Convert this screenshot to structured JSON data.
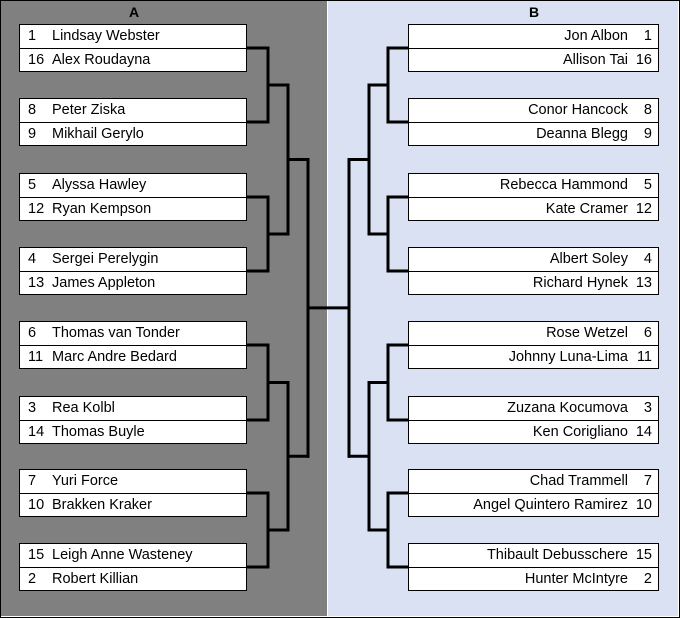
{
  "groups": {
    "a": {
      "label": "A",
      "matches": [
        {
          "top": {
            "seed": "1",
            "name": "Lindsay Webster"
          },
          "bottom": {
            "seed": "16",
            "name": "Alex Roudayna"
          }
        },
        {
          "top": {
            "seed": "8",
            "name": "Peter Ziska"
          },
          "bottom": {
            "seed": "9",
            "name": "Mikhail Gerylo"
          }
        },
        {
          "top": {
            "seed": "5",
            "name": "Alyssa Hawley"
          },
          "bottom": {
            "seed": "12",
            "name": "Ryan Kempson"
          }
        },
        {
          "top": {
            "seed": "4",
            "name": "Sergei Perelygin"
          },
          "bottom": {
            "seed": "13",
            "name": "James Appleton"
          }
        },
        {
          "top": {
            "seed": "6",
            "name": "Thomas van Tonder"
          },
          "bottom": {
            "seed": "11",
            "name": "Marc Andre Bedard"
          }
        },
        {
          "top": {
            "seed": "3",
            "name": "Rea Kolbl"
          },
          "bottom": {
            "seed": "14",
            "name": "Thomas Buyle"
          }
        },
        {
          "top": {
            "seed": "7",
            "name": "Yuri Force"
          },
          "bottom": {
            "seed": "10",
            "name": "Brakken Kraker"
          }
        },
        {
          "top": {
            "seed": "15",
            "name": "Leigh Anne Wasteney"
          },
          "bottom": {
            "seed": "2",
            "name": "Robert Killian"
          }
        }
      ]
    },
    "b": {
      "label": "B",
      "matches": [
        {
          "top": {
            "seed": "1",
            "name": "Jon Albon"
          },
          "bottom": {
            "seed": "16",
            "name": "Allison Tai"
          }
        },
        {
          "top": {
            "seed": "8",
            "name": "Conor Hancock"
          },
          "bottom": {
            "seed": "9",
            "name": "Deanna Blegg"
          }
        },
        {
          "top": {
            "seed": "5",
            "name": "Rebecca Hammond"
          },
          "bottom": {
            "seed": "12",
            "name": "Kate Cramer"
          }
        },
        {
          "top": {
            "seed": "4",
            "name": "Albert Soley"
          },
          "bottom": {
            "seed": "13",
            "name": "Richard Hynek"
          }
        },
        {
          "top": {
            "seed": "6",
            "name": "Rose Wetzel"
          },
          "bottom": {
            "seed": "11",
            "name": "Johnny Luna-Lima"
          }
        },
        {
          "top": {
            "seed": "3",
            "name": "Zuzana Kocumova"
          },
          "bottom": {
            "seed": "14",
            "name": "Ken Corigliano"
          }
        },
        {
          "top": {
            "seed": "7",
            "name": "Chad Trammell"
          },
          "bottom": {
            "seed": "10",
            "name": "Angel Quintero Ramirez"
          }
        },
        {
          "top": {
            "seed": "15",
            "name": "Thibault Debusschere"
          },
          "bottom": {
            "seed": "2",
            "name": "Hunter McIntyre"
          }
        }
      ]
    }
  },
  "colors": {
    "panel_a_bg": "#808080",
    "panel_b_bg": "#d9e1f2",
    "slot_bg": "#ffffff",
    "line": "#000000"
  }
}
